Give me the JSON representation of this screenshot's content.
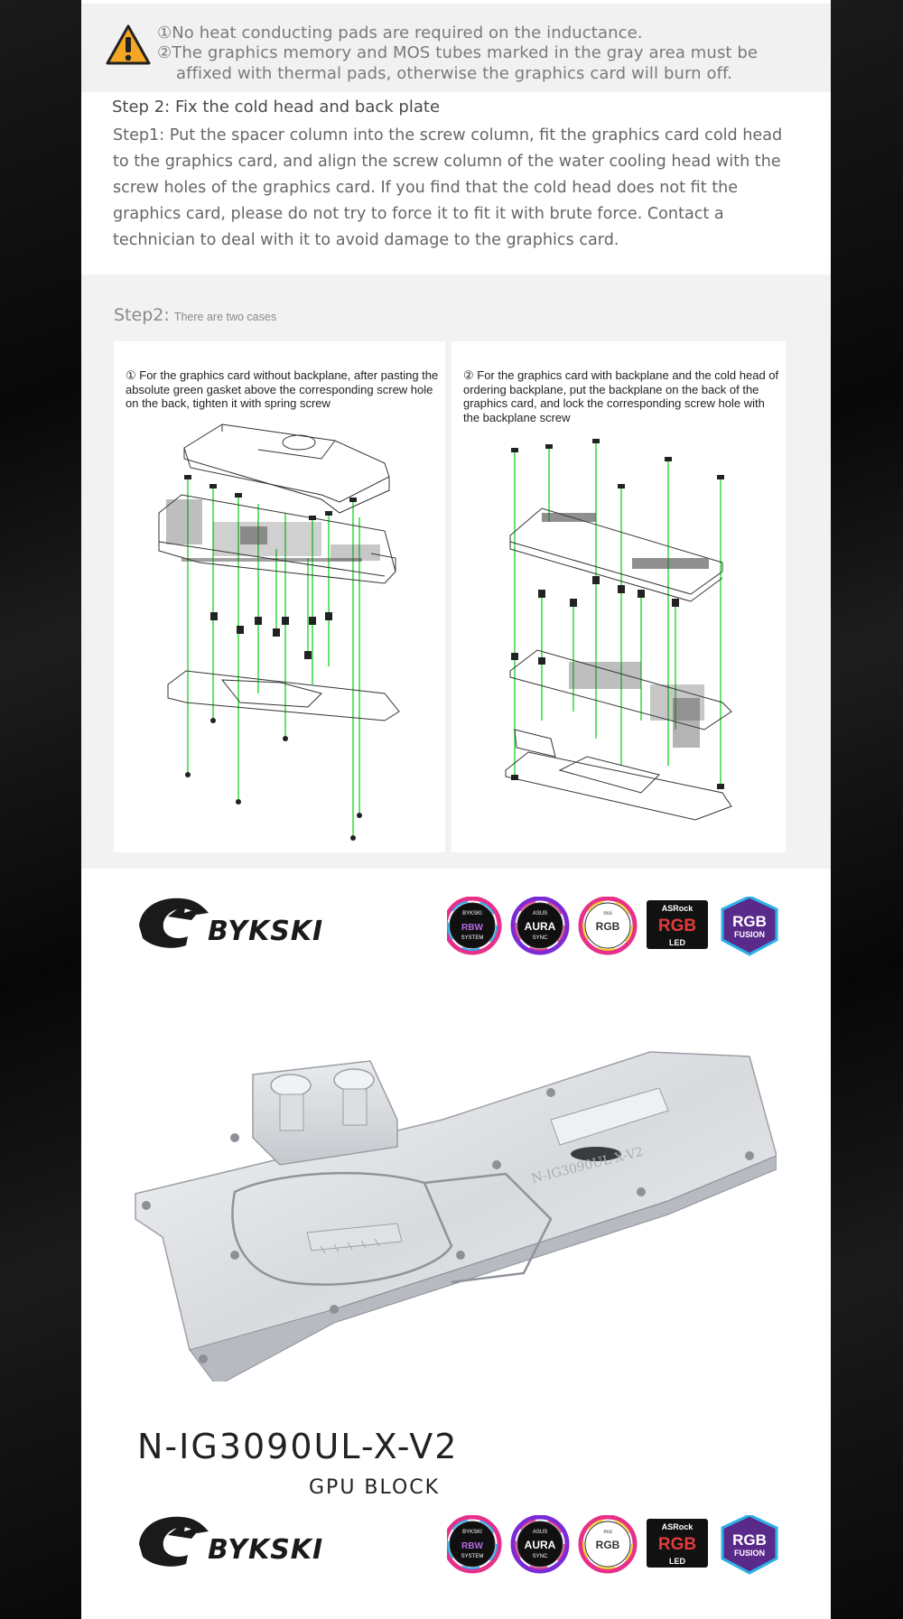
{
  "warning": {
    "icon": "warning-icon",
    "line1": "①No heat conducting pads are required on the inductance.",
    "line2": "②The graphics memory and MOS tubes marked in the gray area must be",
    "line3": "affixed with thermal pads, otherwise the graphics card will burn off."
  },
  "step": {
    "title": "Step 2: Fix the cold head and back plate",
    "body": "Step1: Put the spacer column into the screw column, fit the graphics card cold head to the graphics card, and align the screw column of the water cooling head with the screw holes of the graphics card. If you find that the cold head does not fit the graphics card, please do not try to force it to fit it with brute force. Contact a technician to deal with it to avoid damage to the graphics card."
  },
  "diagram": {
    "heading": "Step2:",
    "heading_note": "There are two cases",
    "case1": "① For the graphics card without backplane, after pasting the absolute green gasket above the corresponding screw hole on the back, tighten it with spring screw",
    "case2": "② For the graphics card with backplane and the cold head of ordering backplane, put the backplane on the back of the graphics card, and lock the corresponding screw hole with the backplane screw",
    "guide_color": "#3ddc4a"
  },
  "brand": {
    "logo_text": "BYKSKI",
    "badges": [
      {
        "icon": "bykski-rbw-system-icon",
        "top": "BYKSKI",
        "mid": "RBW",
        "bottom": "SYSTEM"
      },
      {
        "icon": "asus-aura-sync-icon",
        "top": "ASUS",
        "mid": "AURA",
        "bottom": "SYNC"
      },
      {
        "icon": "msi-rgb-icon",
        "top": "msi",
        "mid": "RGB",
        "bottom": ""
      },
      {
        "icon": "asrock-rgb-led-icon",
        "top": "ASRock",
        "mid": "RGB",
        "bottom": "LED"
      },
      {
        "icon": "gigabyte-rgb-fusion-icon",
        "top": "",
        "mid": "RGB",
        "bottom": "FUSION"
      }
    ]
  },
  "product": {
    "model": "N-IG3090UL-X-V2",
    "subtitle": "GPU BLOCK",
    "engraving": "N-IG3090UL-X-V2"
  }
}
